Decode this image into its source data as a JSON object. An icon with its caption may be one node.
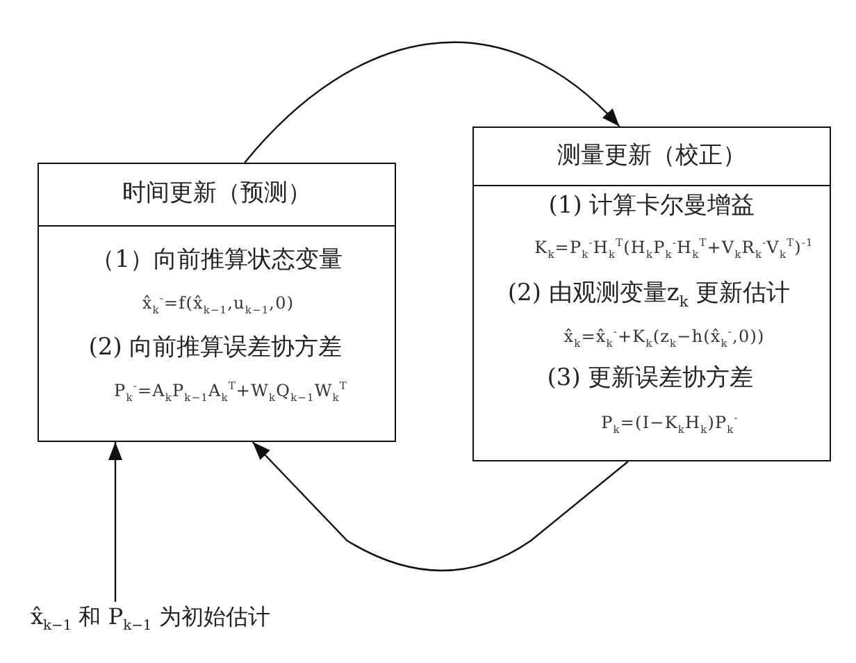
{
  "diagram": {
    "nodes": [
      {
        "text": [
          "时间更新（预测）",
          "（1）向前推算状态变量",
          "x̂$_{k}$$^{-}$=f(x̂$_{k−1}$,u$_{k−1}$,0)",
          "(2) 向前推算误差协方差",
          "P$_{k}$$^{-}$=A$_{k}$P$_{k−1}$A$_{k}$$^{T}$+W$_{k}$Q$_{k−1}$W$_{k}$$^{T}$"
        ]
      },
      {
        "text": [
          "测量更新（校正）",
          "(1) 计算卡尔曼增益",
          "K$_{k}$=P$_{k}$$^{-}$H$_{k}$$^{T}$(H$_{k}$P$_{k}$$^{-}$H$_{k}$$^{T}$+V$_{k}$R$_{k}$$^{-}$V$_{k}$$^{T}$)$^{-1}$",
          "(2) 由观测变量z$_{k}$ 更新估计",
          "x̂$_{k}$=x̂$_{k}$$^{-}$+K$_{k}$(z$_{k}$−h(x̂$_{k}$$^{-}$,0))",
          "(3) 更新误差协方差",
          "P$_{k}$=(I−K$_{k}$H$_{k}$)P$_{k}$$^{-}$"
        ]
      },
      {
        "text": [
          "x̂$_{k−1}$ 和 P$_{k−1}$ 为初始估计"
        ]
      }
    ],
    "edges": [
      {
        "from": 0,
        "to": 1,
        "arrow": "to"
      },
      {
        "from": 1,
        "to": 0,
        "arrow": "to"
      },
      {
        "from": 2,
        "to": 0,
        "arrow": "to"
      }
    ]
  }
}
